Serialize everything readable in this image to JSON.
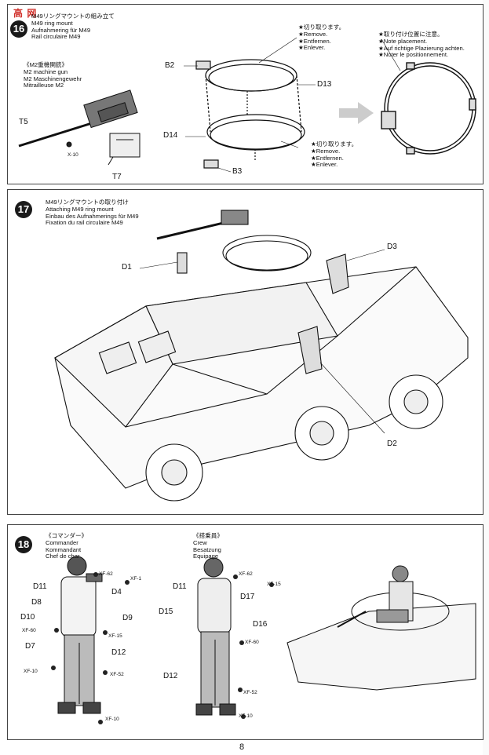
{
  "watermark": {
    "site": "高 网"
  },
  "page_number": "8",
  "step16": {
    "number": "16",
    "title": {
      "jp": "M49リングマウントの組み立て",
      "en": "M49 ring mount",
      "de": "Aufnahmering für M49",
      "fr": "Rail circulaire M49"
    },
    "gun": {
      "jp": "《M2重機関銃》",
      "en": "M2 machine gun",
      "de": "M2 Maschinengewehr",
      "fr": "Mitrailleuse M2"
    },
    "remove_note_top": {
      "jp": "★切り取ります。",
      "en": "★Remove.",
      "de": "★Entfernen.",
      "fr": "★Enlever."
    },
    "remove_note_bottom": {
      "jp": "★切り取ります。",
      "en": "★Remove.",
      "de": "★Entfernen.",
      "fr": "★Enlever."
    },
    "placement_note": {
      "jp": "★取り付け位置に注意。",
      "en": "★Note placement.",
      "de": "★Auf richtige Plazierung achten.",
      "fr": "★Noter le positionnement."
    },
    "parts": {
      "t5": "T5",
      "x10": "X-10",
      "t7": "T7",
      "b2": "B2",
      "d13": "D13",
      "d14": "D14",
      "b3": "B3"
    }
  },
  "step17": {
    "number": "17",
    "title": {
      "jp": "M49リングマウントの取り付け",
      "en": "Attaching M49 ring mount",
      "de": "Einbau des Aufnahmerings für M49",
      "fr": "Fixation du rail circulaire M49"
    },
    "parts": {
      "d1": "D1",
      "d3": "D3",
      "d2": "D2"
    }
  },
  "step18": {
    "number": "18",
    "commander": {
      "jp": "《コマンダー》",
      "en": "Commander",
      "de": "Kommandant",
      "fr": "Chef de char"
    },
    "crew": {
      "jp": "《搭乗員》",
      "en": "Crew",
      "de": "Besatzung",
      "fr": "Equipage"
    },
    "commander_parts": {
      "d11": "D11",
      "d4": "D4",
      "d8": "D8",
      "d10": "D10",
      "d9": "D9",
      "d7": "D7",
      "d12": "D12"
    },
    "commander_paints": {
      "xf62": "XF-62",
      "xf1": "XF-1",
      "xf60": "XF-60",
      "xf15": "XF-15",
      "xf10a": "XF-10",
      "xf52": "XF-52",
      "xf10b": "XF-10"
    },
    "crew_parts": {
      "d11": "D11",
      "d17": "D17",
      "d15": "D15",
      "d16": "D16",
      "d12": "D12"
    },
    "crew_paints": {
      "xf62": "XF-62",
      "xf15": "XF-15",
      "xf60": "XF-60",
      "xf52": "XF-52",
      "xf10": "XF-10"
    }
  },
  "colors": {
    "ink": "#111111",
    "panel_border": "#444444",
    "step_badge": "#1a1a1a",
    "logo_red": "#d0302a"
  }
}
